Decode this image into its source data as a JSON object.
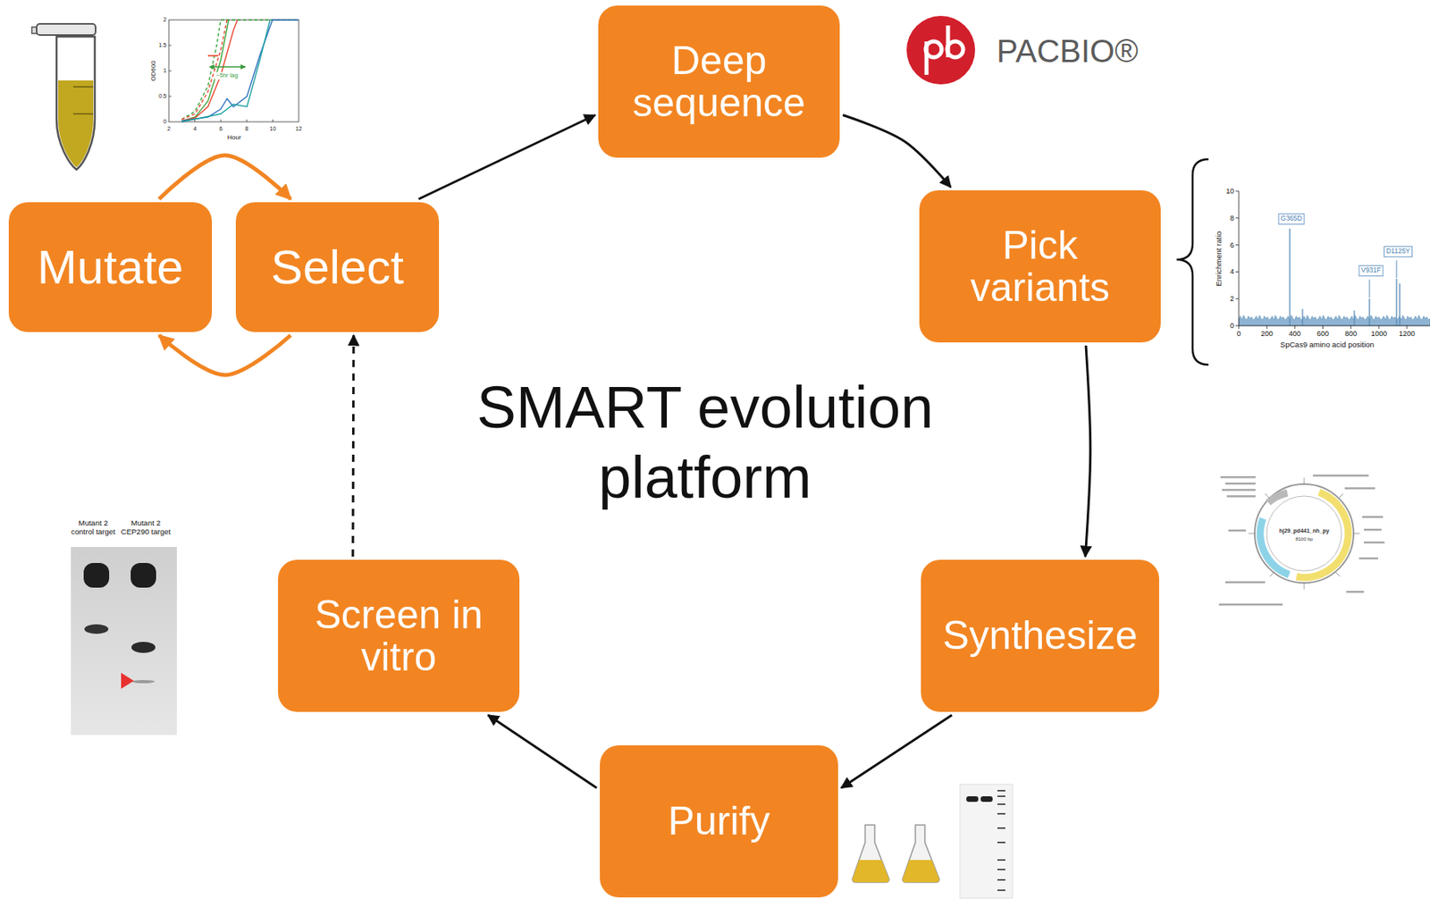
{
  "diagram": {
    "title": "SMART evolution platform",
    "nodes": [
      {
        "text": [
          "Mutate"
        ]
      },
      {
        "text": [
          "Select"
        ]
      },
      {
        "text": [
          "Deep sequence"
        ]
      },
      {
        "text": [
          "Pick variants"
        ]
      },
      {
        "text": [
          "Synthesize"
        ]
      },
      {
        "text": [
          "Purify"
        ]
      },
      {
        "text": [
          "Screen in vitro"
        ]
      }
    ],
    "edges": [
      {
        "from": 0,
        "to": 1,
        "arrow": "to"
      },
      {
        "from": 1,
        "to": 0,
        "arrow": "to"
      },
      {
        "from": 1,
        "to": 2,
        "arrow": "to"
      },
      {
        "from": 2,
        "to": 3,
        "arrow": "to"
      },
      {
        "from": 3,
        "to": 4,
        "arrow": "to"
      },
      {
        "from": 4,
        "to": 5,
        "arrow": "to"
      },
      {
        "from": 5,
        "to": 6,
        "arrow": "to"
      },
      {
        "from": 6,
        "to": 1,
        "arrow": "to"
      }
    ],
    "labels": [
      "0",
      "0.5",
      "1",
      "1.5",
      "2",
      "2",
      "4",
      "6",
      "8",
      "10",
      "12",
      "OD600",
      "Hour",
      "~5hr lag",
      "PACBIO®",
      "G365D",
      "V931F",
      "D1125Y",
      "0",
      "2",
      "4",
      "6",
      "8",
      "10",
      "0",
      "200",
      "400",
      "600",
      "800",
      "1000",
      "1200",
      "Enrichment ratio",
      "SpCas9 amino acid position",
      "hj29_pd441_nh_py",
      "8100 bp",
      "Mutant 2 control target",
      "Mutant 2 CEP290 target"
    ]
  }
}
